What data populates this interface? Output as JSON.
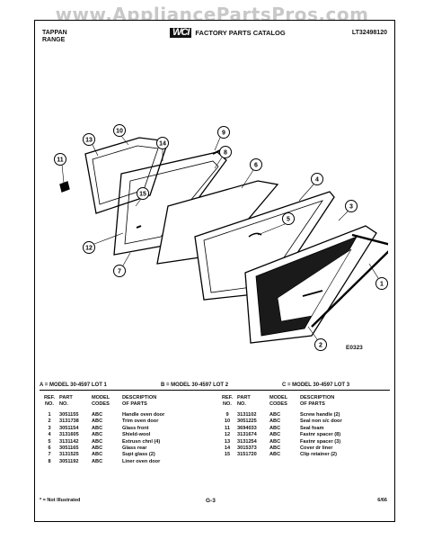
{
  "watermark": "www.AppliancePartsPros.com",
  "header": {
    "brand_line1": "TAPPAN",
    "brand_line2": "RANGE",
    "logo": "WCI",
    "catalog_title": "FACTORY PARTS CATALOG",
    "model_number": "LT32498120"
  },
  "diagram": {
    "drawing_code": "E0323",
    "callouts": [
      "1",
      "2",
      "3",
      "4",
      "5",
      "6",
      "7",
      "8",
      "9",
      "10",
      "11",
      "12",
      "13",
      "14",
      "15"
    ]
  },
  "lots": {
    "a": "A = MODEL 30-4597 LOT 1",
    "b": "B = MODEL 30-4597 LOT 2",
    "c": "C = MODEL 30-4597 LOT 3"
  },
  "table": {
    "headers": {
      "ref_no_1": "REF.",
      "ref_no_2": "NO.",
      "part_no_1": "PART",
      "part_no_2": "NO.",
      "model_codes_1": "MODEL",
      "model_codes_2": "CODES",
      "description_1": "DESCRIPTION",
      "description_2": "OF PARTS"
    },
    "left": [
      {
        "ref": "1",
        "part": "3051155",
        "code": "ABC",
        "desc": "Handle oven door"
      },
      {
        "ref": "2",
        "part": "3131738",
        "code": "ABC",
        "desc": "Trim oven door"
      },
      {
        "ref": "3",
        "part": "3051154",
        "code": "ABC",
        "desc": "Glass front"
      },
      {
        "ref": "4",
        "part": "3131605",
        "code": "ABC",
        "desc": "Shield-wool"
      },
      {
        "ref": "5",
        "part": "3131142",
        "code": "ABC",
        "desc": "Extrusn chnl (4)"
      },
      {
        "ref": "6",
        "part": "3051165",
        "code": "ABC",
        "desc": "Glass rear"
      },
      {
        "ref": "7",
        "part": "3131525",
        "code": "ABC",
        "desc": "Supt glass (2)"
      },
      {
        "ref": "8",
        "part": "3051192",
        "code": "ABC",
        "desc": "Liner oven door"
      }
    ],
    "right": [
      {
        "ref": "9",
        "part": "3131102",
        "code": "ABC",
        "desc": "Screw handle (2)"
      },
      {
        "ref": "10",
        "part": "3051225",
        "code": "ABC",
        "desc": "Seal non s/c door"
      },
      {
        "ref": "11",
        "part": "3694033",
        "code": "ABC",
        "desc": "Seal foam"
      },
      {
        "ref": "12",
        "part": "3131674",
        "code": "ABC",
        "desc": "Fastnr spacer (8)"
      },
      {
        "ref": "13",
        "part": "3131254",
        "code": "ABC",
        "desc": "Fastnr spacer (3)"
      },
      {
        "ref": "14",
        "part": "3015373",
        "code": "ABC",
        "desc": "Cover dr liner"
      },
      {
        "ref": "15",
        "part": "3151720",
        "code": "ABC",
        "desc": "Clip retainer (2)"
      }
    ]
  },
  "footer": {
    "footnote": "* = Not Illustrated",
    "page": "G-3",
    "date": "6/66"
  }
}
